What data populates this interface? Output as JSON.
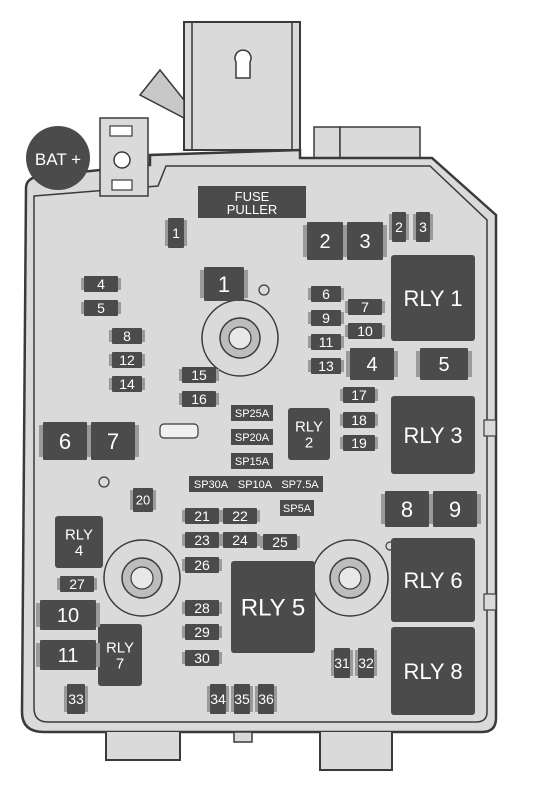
{
  "bat_label": "BAT +",
  "fuse_puller_label": "FUSE\nPULLER",
  "colors": {
    "box_fill": "#dadada",
    "box_stroke": "#3a3a3a",
    "component": "#4b4b4b",
    "component_text": "#ffffff",
    "terminal": "#9a9a9a"
  },
  "fuses": {
    "f_1s": "1",
    "f_2s": "2",
    "f_3s": "3",
    "f_4": "4",
    "f_5": "5",
    "f_6": "6",
    "f_7": "7",
    "f_8": "8",
    "f_9": "9",
    "f_10": "10",
    "f_11": "11",
    "f_12": "12",
    "f_13": "13",
    "f_14": "14",
    "f_15": "15",
    "f_16": "16",
    "f_17": "17",
    "f_18": "18",
    "f_19": "19",
    "f_20": "20",
    "f_21": "21",
    "f_22": "22",
    "f_23": "23",
    "f_24": "24",
    "f_25": "25",
    "f_26": "26",
    "f_27": "27",
    "f_28": "28",
    "f_29": "29",
    "f_30": "30",
    "f_31": "31",
    "f_32": "32",
    "f_33": "33",
    "f_34": "34",
    "f_35": "35",
    "f_36": "36"
  },
  "cartridges": {
    "c_1": "1",
    "c_2": "2",
    "c_3": "3",
    "c_4": "4",
    "c_5": "5",
    "c_6": "6",
    "c_7": "7",
    "c_8": "8",
    "c_9": "9",
    "c_10": "10",
    "c_11": "11"
  },
  "relays": {
    "rly_1": "RLY 1",
    "rly_2": "RLY\n2",
    "rly_3": "RLY 3",
    "rly_4": "RLY\n4",
    "rly_5": "RLY 5",
    "rly_6": "RLY 6",
    "rly_7": "RLY\n7",
    "rly_8": "RLY 8"
  },
  "spares": {
    "sp25a": "SP25A",
    "sp20a": "SP20A",
    "sp15a": "SP15A",
    "sp30a": "SP30A",
    "sp10a": "SP10A",
    "sp75a": "SP7.5A",
    "sp5a": "SP5A"
  }
}
